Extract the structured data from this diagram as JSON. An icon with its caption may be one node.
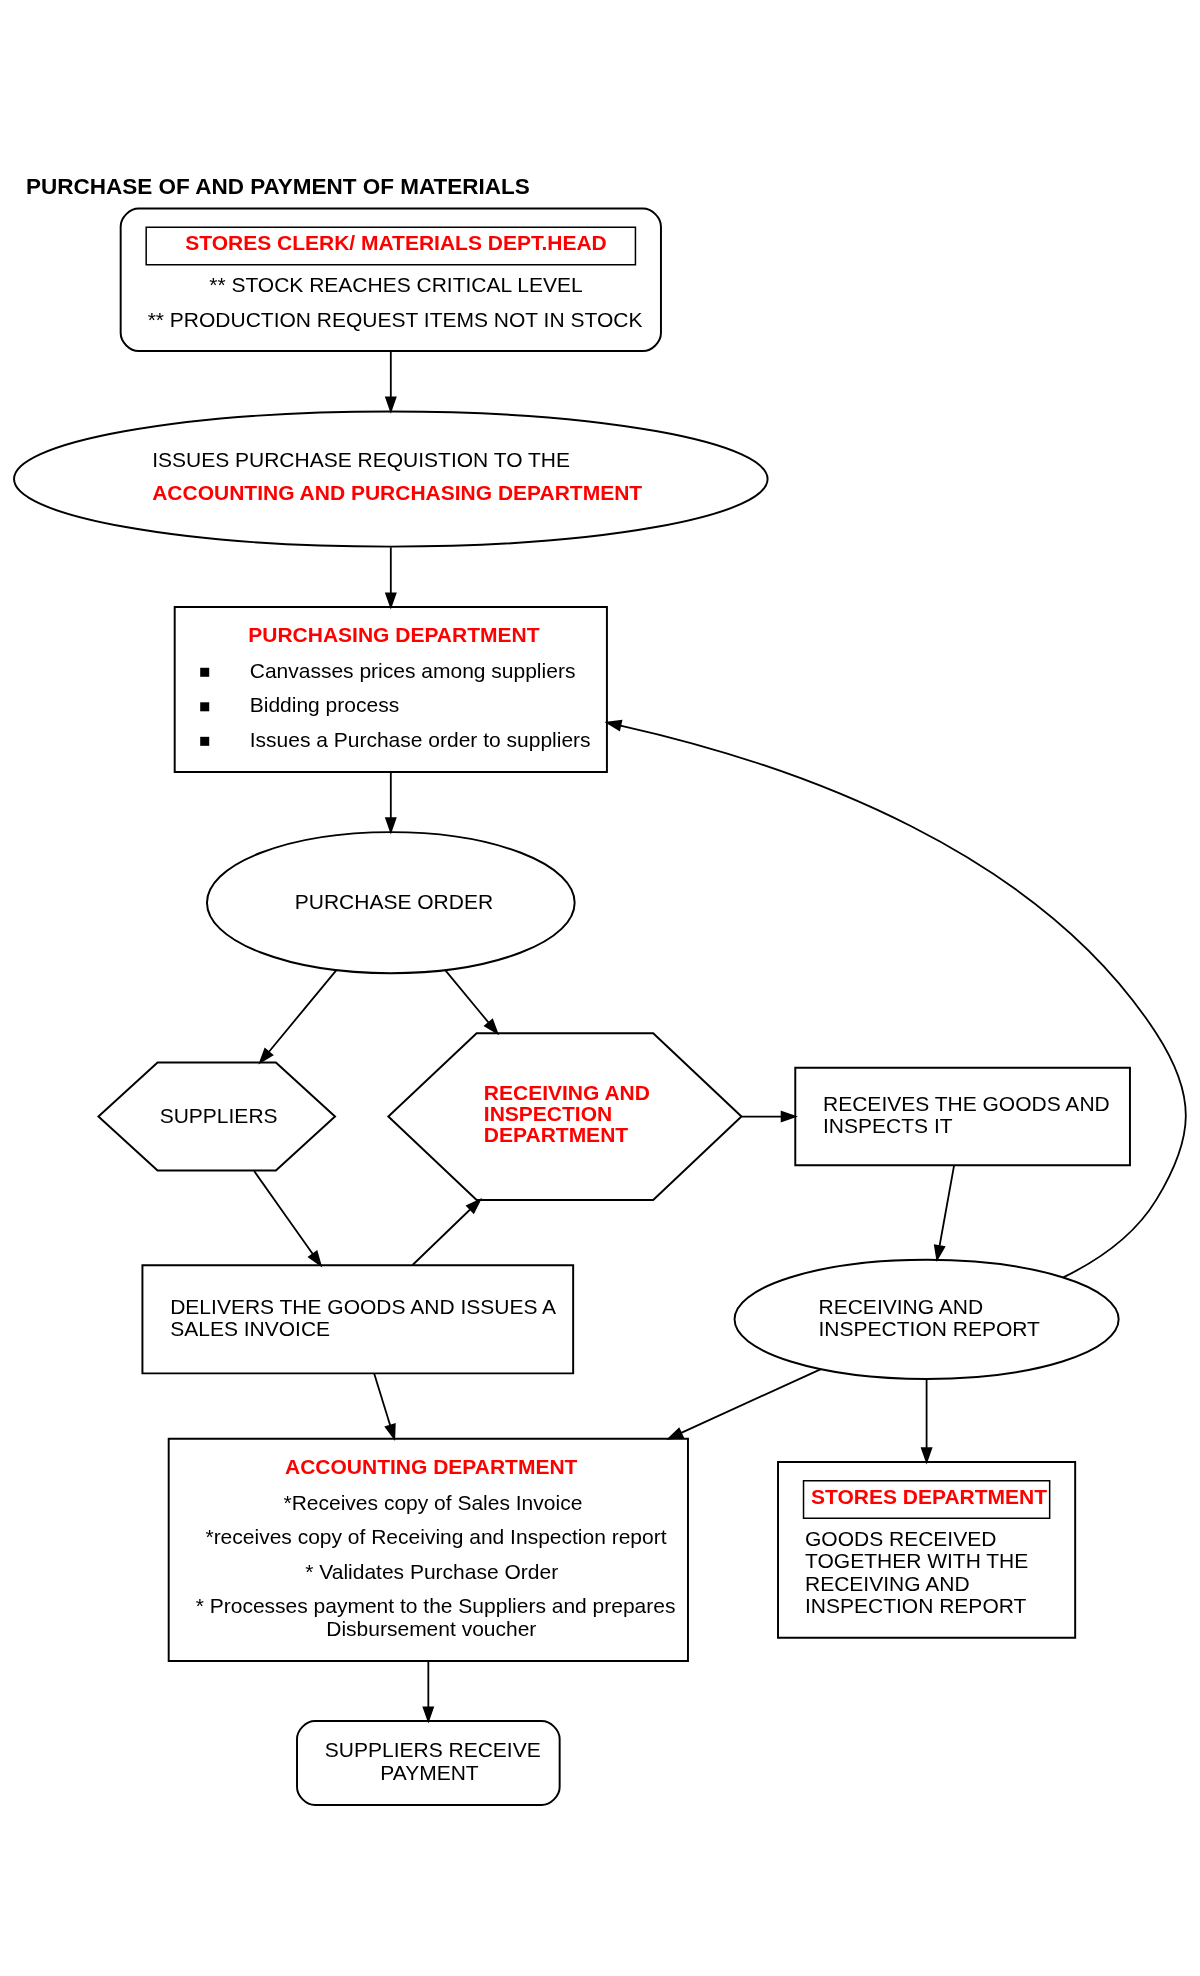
{
  "diagram": {
    "title": "PURCHASE OF AND PAYMENT OF MATERIALS",
    "nodes": [
      {
        "text": [
          "STORES CLERK/ MATERIALS DEPT.HEAD",
          "** STOCK REACHES CRITICAL LEVEL",
          "** PRODUCTION REQUEST ITEMS NOT IN STOCK"
        ]
      },
      {
        "text": [
          "ISSUES PURCHASE REQUISTION TO THE",
          "ACCOUNTING AND PURCHASING DEPARTMENT"
        ]
      },
      {
        "text": [
          "PURCHASING DEPARTMENT",
          "Canvasses prices among suppliers",
          "Bidding process",
          "Issues a Purchase order to suppliers"
        ]
      },
      {
        "text": [
          "PURCHASE ORDER"
        ]
      },
      {
        "text": [
          "SUPPLIERS"
        ]
      },
      {
        "text": [
          "RECEIVING AND INSPECTION DEPARTMENT"
        ]
      },
      {
        "text": [
          "RECEIVES THE GOODS AND INSPECTS IT"
        ]
      },
      {
        "text": [
          "DELIVERS THE GOODS AND ISSUES A SALES INVOICE"
        ]
      },
      {
        "text": [
          "RECEIVING AND INSPECTION REPORT"
        ]
      },
      {
        "text": [
          "ACCOUNTING DEPARTMENT",
          "*Receives copy of Sales Invoice",
          "*receives copy of Receiving and Inspection report",
          "* Validates Purchase Order",
          "* Processes payment to the Suppliers and prepares Disbursement voucher"
        ]
      },
      {
        "text": [
          "STORES DEPARTMENT",
          "GOODS RECEIVED TOGETHER WITH THE RECEIVING AND INSPECTION REPORT"
        ]
      },
      {
        "text": [
          "SUPPLIERS RECEIVE PAYMENT"
        ]
      }
    ],
    "edges": [
      {
        "from": 0,
        "to": 1,
        "arrow": "to"
      },
      {
        "from": 1,
        "to": 2,
        "arrow": "to"
      },
      {
        "from": 2,
        "to": 3,
        "arrow": "to"
      },
      {
        "from": 3,
        "to": 4,
        "arrow": "to"
      },
      {
        "from": 3,
        "to": 5,
        "arrow": "to"
      },
      {
        "from": 4,
        "to": 7,
        "arrow": "to"
      },
      {
        "from": 7,
        "to": 5,
        "arrow": "to"
      },
      {
        "from": 5,
        "to": 6,
        "arrow": "to"
      },
      {
        "from": 6,
        "to": 8,
        "arrow": "to"
      },
      {
        "from": 8,
        "to": 2,
        "arrow": "to"
      },
      {
        "from": 8,
        "to": 10,
        "arrow": "to"
      },
      {
        "from": 8,
        "to": 9,
        "arrow": "to"
      },
      {
        "from": 7,
        "to": 9,
        "arrow": "to"
      },
      {
        "from": 9,
        "to": 11,
        "arrow": "to"
      }
    ]
  }
}
